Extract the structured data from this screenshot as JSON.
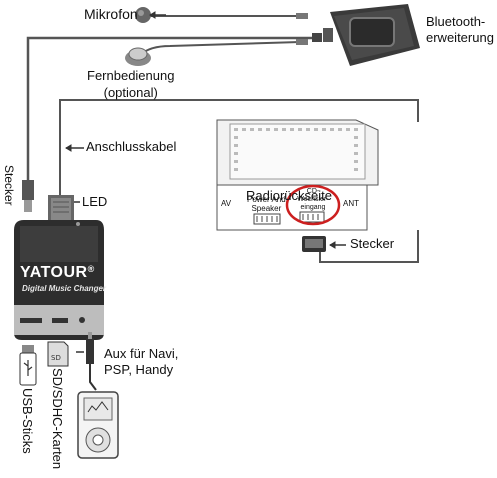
{
  "labels": {
    "mikrofon": "Mikrofon",
    "bluetooth_line1": "Bluetooth-",
    "bluetooth_line2": "erweiterung",
    "fernbedienung_line1": "Fernbedienung",
    "fernbedienung_line2": "(optional)",
    "anschlusskabel": "Anschlusskabel",
    "radio_back": "Radiorückseite",
    "av": "AV",
    "power_speaker_line1": "Power And",
    "power_speaker_line2": "Speaker",
    "cd_line1": "CD-",
    "cd_line2": "Wechsler-",
    "cd_line3": "eingang",
    "ant": "ANT",
    "stecker_right": "Stecker",
    "stecker_left": "Stecker",
    "led": "LED",
    "brand": "YATOUR",
    "brand_mark": "®",
    "subtitle": "Digital Music Changer",
    "aux_line1": "Aux für Navi,",
    "aux_line2": "PSP, Handy",
    "sd_card": "SD/SDHC-Karten",
    "usb": "USB-Sticks"
  },
  "icons": [
    "microphone-icon",
    "remote-button-icon",
    "bluetooth-module-icon",
    "radio-unit-icon",
    "yatour-device-icon",
    "usb-stick-icon",
    "sd-card-icon",
    "aux-plug-icon",
    "mp3-player-icon"
  ],
  "colors": {
    "cable": "#555555",
    "highlight_circle": "#cc1f1f",
    "device_dark": "#2a2a2a"
  }
}
